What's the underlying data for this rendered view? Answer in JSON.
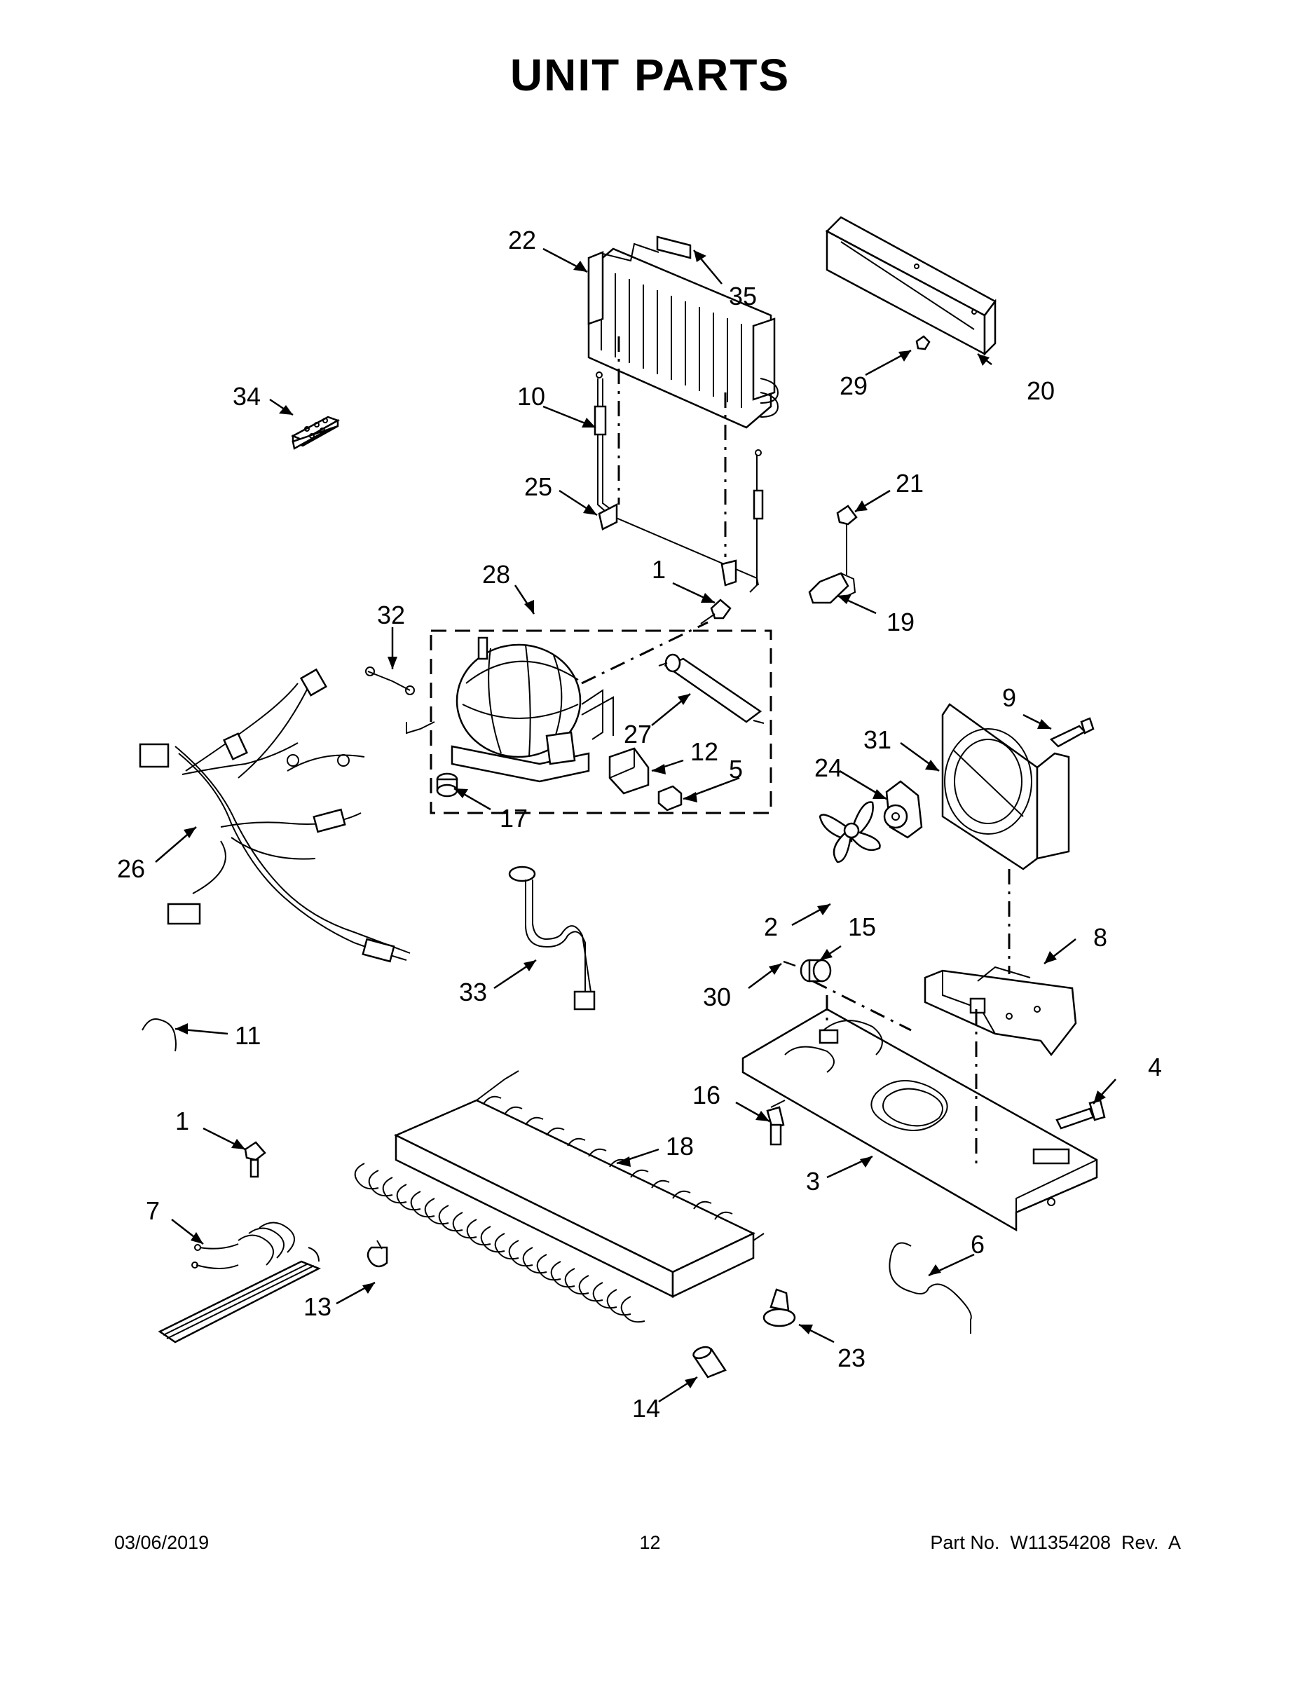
{
  "page": {
    "title": "UNIT PARTS"
  },
  "callouts": [
    {
      "id": "22",
      "label": "22"
    },
    {
      "id": "35",
      "label": "35"
    },
    {
      "id": "20",
      "label": "20"
    },
    {
      "id": "29",
      "label": "29"
    },
    {
      "id": "34",
      "label": "34"
    },
    {
      "id": "10",
      "label": "10"
    },
    {
      "id": "25",
      "label": "25"
    },
    {
      "id": "21",
      "label": "21"
    },
    {
      "id": "28",
      "label": "28"
    },
    {
      "id": "1a",
      "label": "1"
    },
    {
      "id": "32",
      "label": "32"
    },
    {
      "id": "19",
      "label": "19"
    },
    {
      "id": "9",
      "label": "9"
    },
    {
      "id": "27",
      "label": "27"
    },
    {
      "id": "12",
      "label": "12"
    },
    {
      "id": "5",
      "label": "5"
    },
    {
      "id": "31",
      "label": "31"
    },
    {
      "id": "17",
      "label": "17"
    },
    {
      "id": "24",
      "label": "24"
    },
    {
      "id": "26",
      "label": "26"
    },
    {
      "id": "2",
      "label": "2"
    },
    {
      "id": "15",
      "label": "15"
    },
    {
      "id": "8",
      "label": "8"
    },
    {
      "id": "33",
      "label": "33"
    },
    {
      "id": "30",
      "label": "30"
    },
    {
      "id": "11",
      "label": "11"
    },
    {
      "id": "4",
      "label": "4"
    },
    {
      "id": "16",
      "label": "16"
    },
    {
      "id": "1b",
      "label": "1"
    },
    {
      "id": "18",
      "label": "18"
    },
    {
      "id": "3",
      "label": "3"
    },
    {
      "id": "7",
      "label": "7"
    },
    {
      "id": "6",
      "label": "6"
    },
    {
      "id": "13",
      "label": "13"
    },
    {
      "id": "23",
      "label": "23"
    },
    {
      "id": "14",
      "label": "14"
    }
  ],
  "footer": {
    "date": "03/06/2019",
    "page_number": "12",
    "part_info": "Part No.  W11354208  Rev.  A"
  }
}
